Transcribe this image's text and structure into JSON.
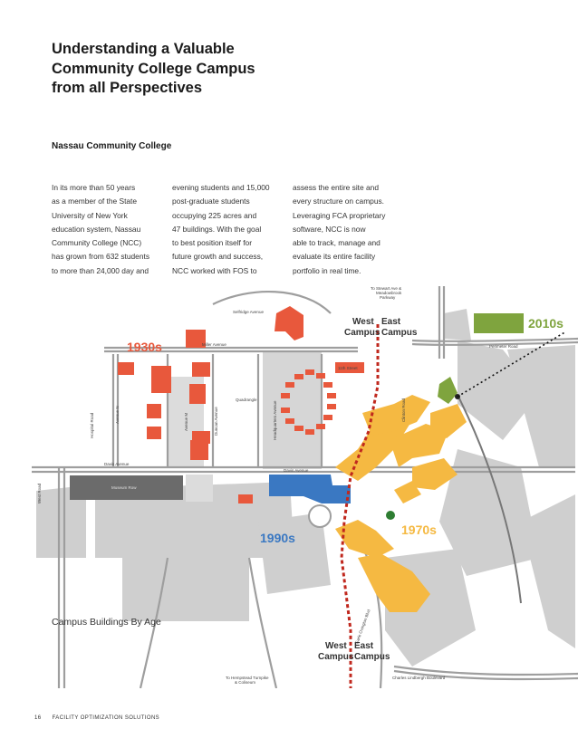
{
  "title_lines": [
    "Understanding a Valuable",
    "Community College Campus",
    "from all Perspectives"
  ],
  "subtitle": "Nassau Community College",
  "body_columns": [
    [
      "In its more than 50 years",
      "as a member of the State",
      "University of New York",
      "education system, Nassau",
      "Community College (NCC)",
      "has grown from 632 students",
      "to more than 24,000 day and"
    ],
    [
      "evening students and 15,000",
      "post-graduate students",
      "occupying 225 acres and",
      "47 buildings. With the goal",
      "to best position itself for",
      "future growth and success,",
      "NCC worked with FOS to"
    ],
    [
      "assess the entire site and",
      "every structure on campus.",
      "Leveraging FCA proprietary",
      "software, NCC is now",
      "able to track, manage and",
      "evaluate its entire facility",
      "portfolio in real time."
    ]
  ],
  "map": {
    "decades": {
      "d1930": "1930s",
      "d1970": "1970s",
      "d1990": "1990s",
      "d2010": "2010s"
    },
    "campus_labels": {
      "west": [
        "West",
        "Campus"
      ],
      "east": [
        "East",
        "Campus"
      ]
    },
    "streets": {
      "selfridge": "Selfridge Avenue",
      "miller": "Miller Avenue",
      "davis": "Davis Avenue",
      "west_road": "West Road",
      "perimeter": "Perimeter Road",
      "street_11": "11th Street",
      "hospital": "Hospital Road",
      "avenue_n": "Avenue N",
      "avenue_m": "Avenue M",
      "duncan": "Duncan Avenue",
      "headquarters": "Headquarters Avenue",
      "charles": "Charles Lindbergh Boulevard",
      "earle": "Earle Ovington Blvd",
      "clinton": "Clinton Road",
      "quadrangle": "Quadrangle",
      "museum_row": "Museum Row",
      "stewart_top": [
        "To Stewart Ave &",
        "Meadowbrook",
        "Parkway"
      ],
      "hempstead": [
        "To Hempstead Turnpike",
        "& Coliseum"
      ]
    },
    "colors": {
      "c1930": "#e8583c",
      "c1970": "#f5b942",
      "c1990": "#3a78c2",
      "c2010": "#7fa43e",
      "divider": "#c0281e"
    }
  },
  "caption": "Campus Buildings By Age",
  "footer": {
    "page": "16",
    "text": "FACILITY OPTIMIZATION SOLUTIONS"
  }
}
